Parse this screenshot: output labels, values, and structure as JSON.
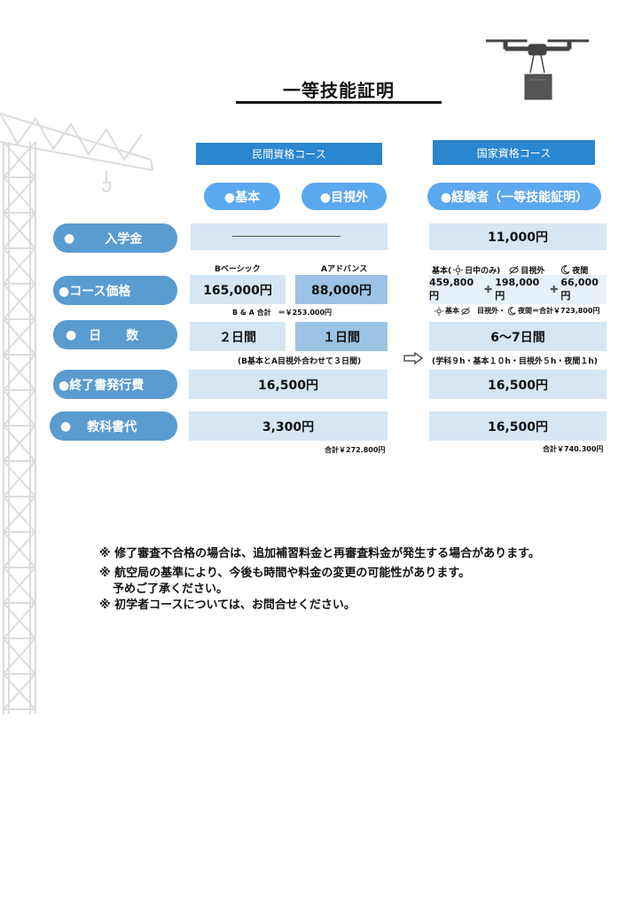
{
  "title": "一等技能証明",
  "columns": {
    "private": {
      "header": "民間資格コース",
      "pill_basic": "●基本",
      "pill_visual": "●目視外"
    },
    "national": {
      "header": "国家資格コース",
      "pill_exp": "●経験者（一等技能証明）"
    }
  },
  "rows": {
    "entry": {
      "dot": "●",
      "label": "入学金",
      "private_value": "",
      "national_value": "11,000円"
    },
    "price": {
      "label": "●コース価格",
      "b_label": "Bベーシック",
      "a_label": "Aアドバンス",
      "b_value": "165,000円",
      "a_value": "88,000円",
      "ba_total": "B & A 合計　＝￥253.000円",
      "nat_head_basic": "基本(",
      "nat_head_daytime": "日中のみ)",
      "nat_head_visual": "目視外",
      "nat_head_night": "夜間",
      "nat_v1": "459,800円",
      "nat_v2": "198,000円",
      "nat_v3": "66,000円",
      "nat_plus": "✚",
      "nat_sum_basic": "基本",
      "nat_sum_visual": "目視外・",
      "nat_sum_night": "夜間＝合計￥723,800円"
    },
    "days": {
      "dot": "●",
      "label": "日　　数",
      "b_value": "２日間",
      "a_value": "１日間",
      "private_note": "(B基本とA目視外合わせて３日間)",
      "national_value": "6〜7日間",
      "national_note": "(学科９h・基本１０h・目視外５h・夜間１h)"
    },
    "cert": {
      "label": "●終了書発行費",
      "private_value": "16,500円",
      "national_value": "16,500円"
    },
    "textbook": {
      "dot": "●",
      "label": "教科書代",
      "private_value": "3,300円",
      "national_value": "16,500円",
      "private_total": "合計￥272.800円",
      "national_total": "合計￥740.300円"
    }
  },
  "notes": [
    "※ 修了審査不合格の場合は、追加補習料金と再審査料金が発生する場合があります。",
    "※ 航空局の基準により、今後も時間や料金の変更の可能性があります。",
    "予めご了承ください。",
    "※ 初学者コースについては、お問合せください。"
  ],
  "icons": {
    "drone": "drone-icon",
    "crane": "crane-illustration",
    "sun": "sun-icon",
    "eye_slash": "eye-slash-icon",
    "moon": "moon-icon",
    "arrow": "arrow-right-icon"
  },
  "colors": {
    "header": "#2a86cf",
    "pill": "#5aa8ee",
    "label": "#5a9bd0",
    "cell": "#d6e6f5",
    "cell_dark": "#9cc3e4"
  }
}
